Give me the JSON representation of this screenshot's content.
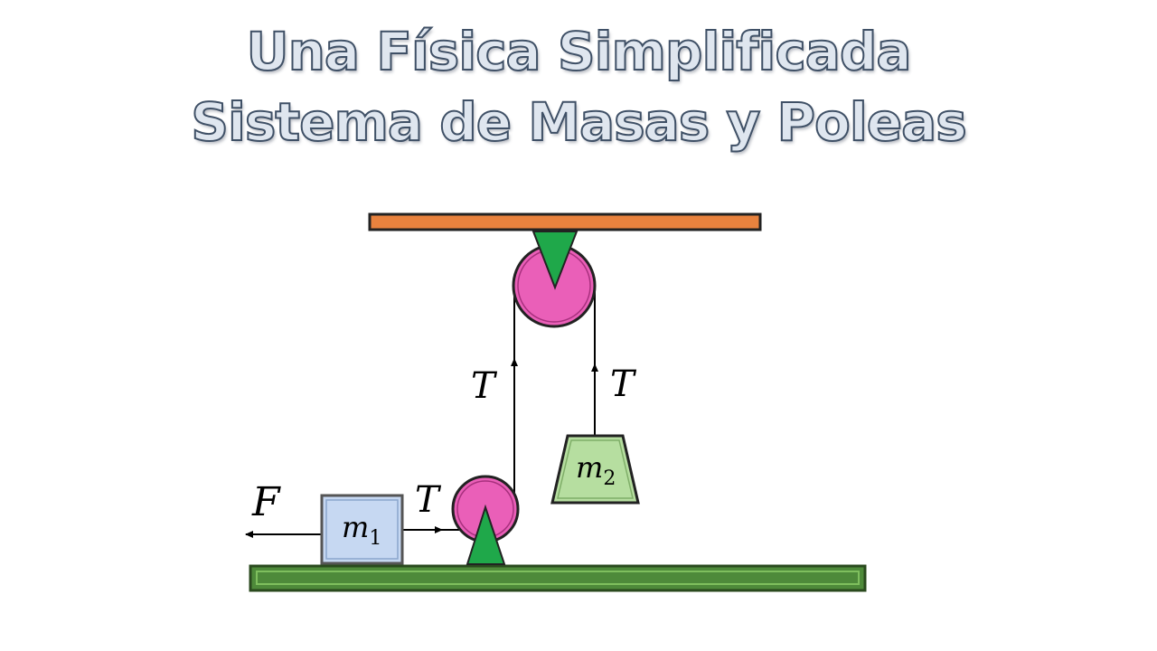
{
  "title": {
    "line1": "Una Física Simplificada",
    "line2": "Sistema de Masas y Poleas"
  },
  "diagram": {
    "force_label": "F",
    "tension_label": "T",
    "mass1": {
      "symbol": "m",
      "subscript": "1"
    },
    "mass2": {
      "symbol": "m",
      "subscript": "2"
    }
  },
  "colors": {
    "ceiling": "#e8823e",
    "floor": "#4e8a3a",
    "pulley": "#ea5fb8",
    "pulley_support": "#1fa84a",
    "mass1_fill": "#c6d8f2",
    "mass2_fill": "#b6dea0",
    "title_fill": "#dfe6ef",
    "title_stroke": "#3f5066"
  }
}
